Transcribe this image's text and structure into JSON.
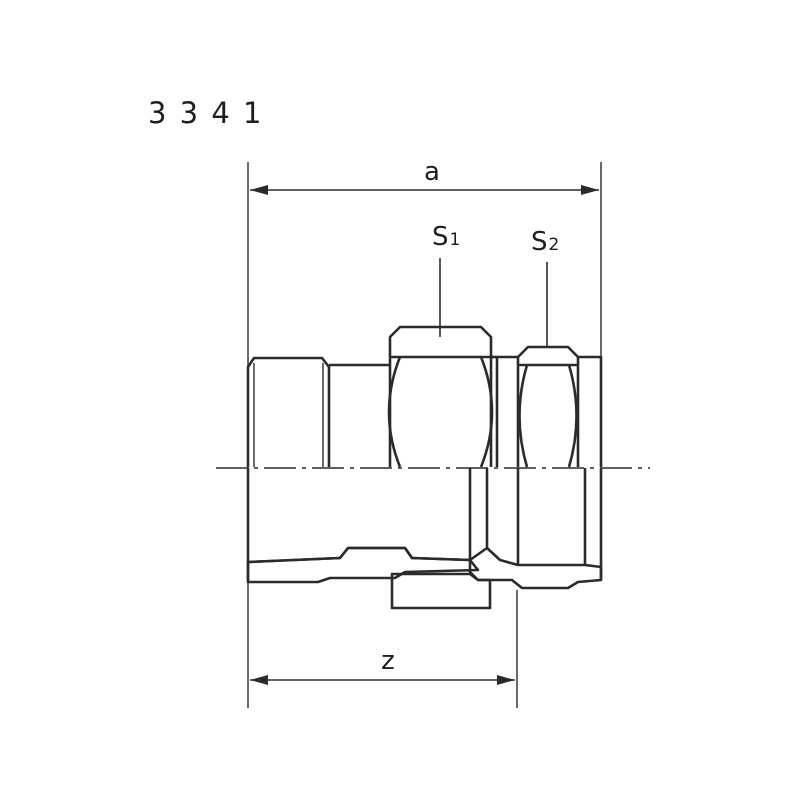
{
  "drawing": {
    "part_number": "3 3 4 1",
    "dimensions": {
      "overall_length": "a",
      "length_z": "z",
      "hex_1_main": "S",
      "hex_1_sub": "1",
      "hex_2_main": "S",
      "hex_2_sub": "2"
    },
    "colors": {
      "line": "#2b2b2b",
      "background": "#ffffff"
    }
  }
}
